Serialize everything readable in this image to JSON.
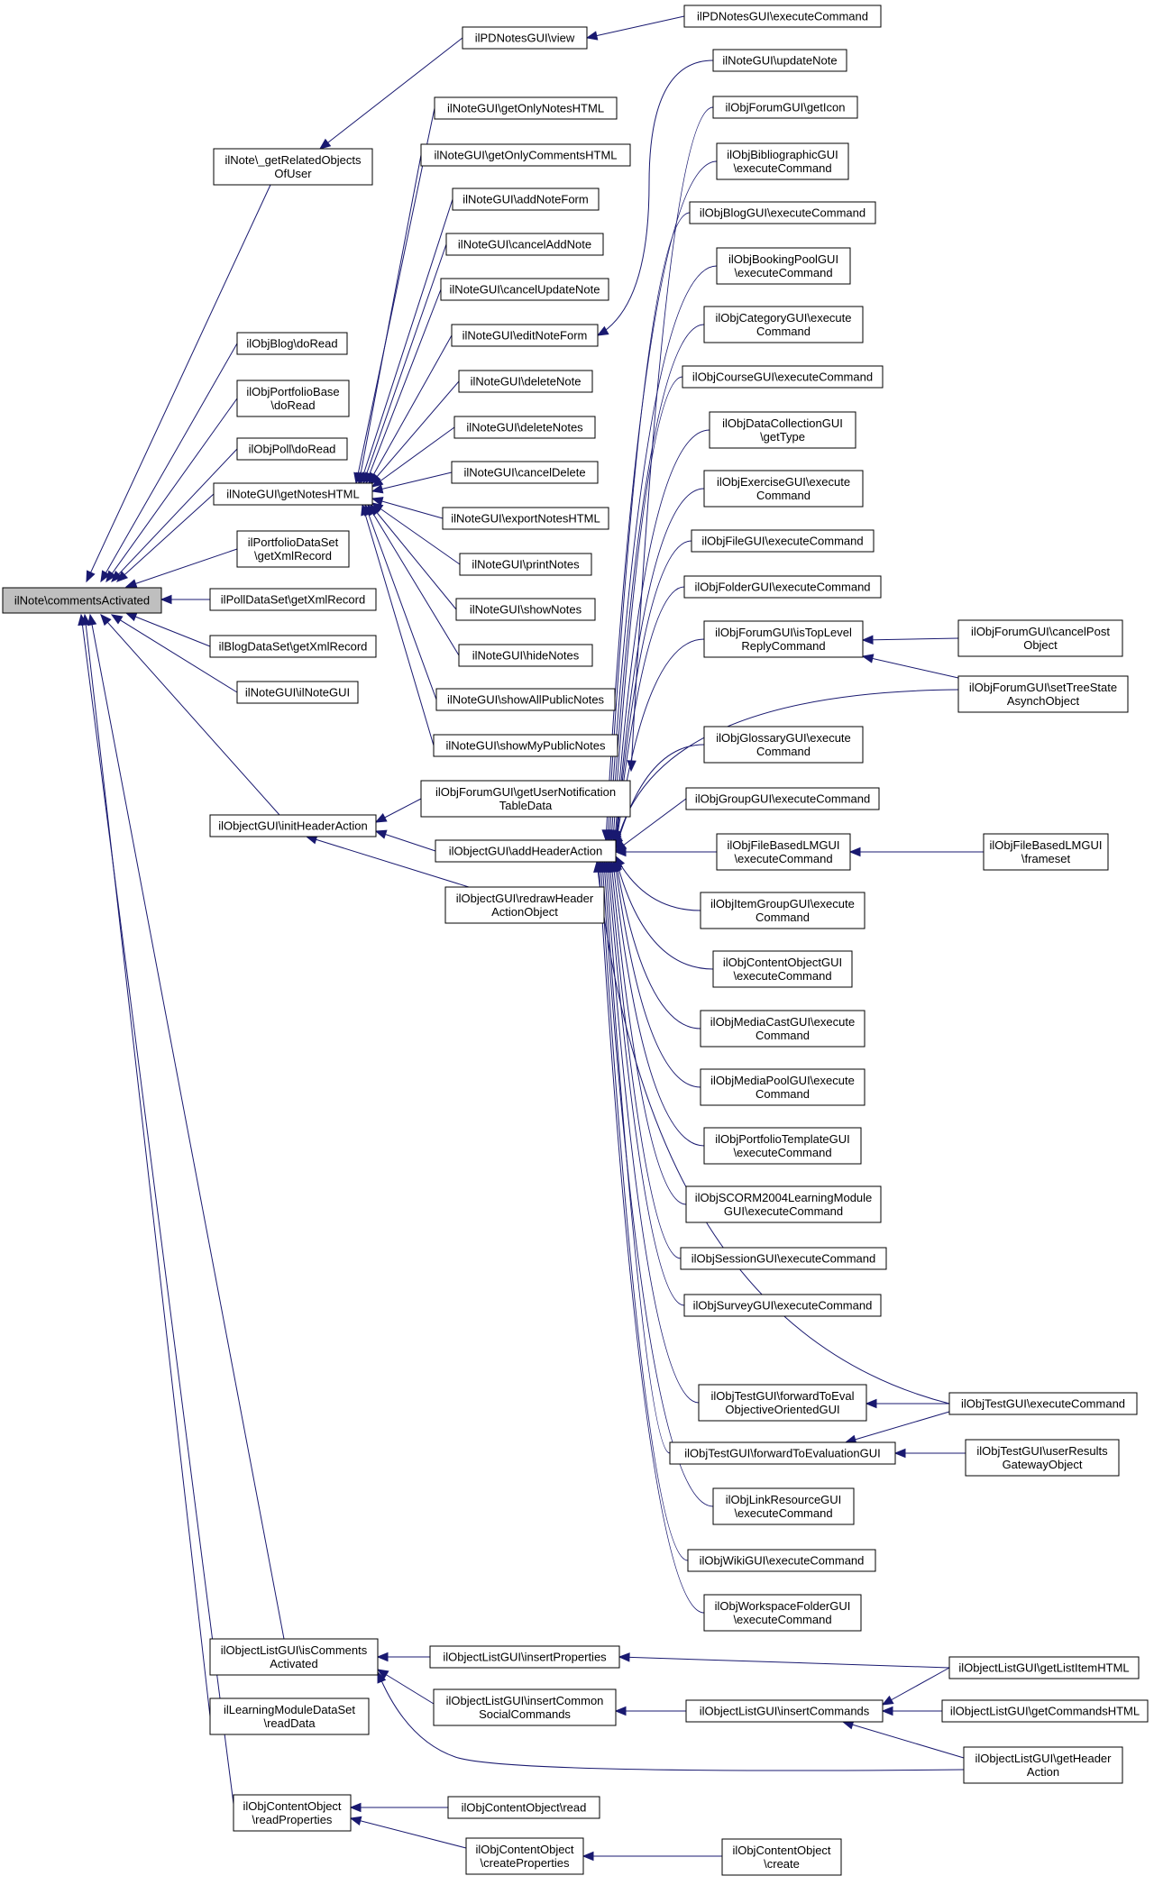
{
  "graph": {
    "edge_color": "#191970",
    "root_fill": "#bfbfbf",
    "node_fill": "#ffffff",
    "nodes": [
      {
        "id": "root",
        "lines": [
          "ilNote\\commentsActivated"
        ]
      },
      {
        "id": "n_getRelated",
        "lines": [
          "ilNote\\_getRelatedObjects",
          "OfUser"
        ]
      },
      {
        "id": "n_pdview",
        "lines": [
          "ilPDNotesGUI\\view"
        ]
      },
      {
        "id": "n_pdexec",
        "lines": [
          "ilPDNotesGUI\\executeCommand"
        ]
      },
      {
        "id": "n_blogdoread",
        "lines": [
          "ilObjBlog\\doRead"
        ]
      },
      {
        "id": "n_portdoread",
        "lines": [
          "ilObjPortfolioBase",
          "\\doRead"
        ]
      },
      {
        "id": "n_polldoread",
        "lines": [
          "ilObjPoll\\doRead"
        ]
      },
      {
        "id": "n_getNotesHTML",
        "lines": [
          "ilNoteGUI\\getNotesHTML"
        ]
      },
      {
        "id": "n_portds",
        "lines": [
          "ilPortfolioDataSet",
          "\\getXmlRecord"
        ]
      },
      {
        "id": "n_pollds",
        "lines": [
          "ilPollDataSet\\getXmlRecord"
        ]
      },
      {
        "id": "n_blogds",
        "lines": [
          "ilBlogDataSet\\getXmlRecord"
        ]
      },
      {
        "id": "n_ilnotegui",
        "lines": [
          "ilNoteGUI\\ilNoteGUI"
        ]
      },
      {
        "id": "n_initHeader",
        "lines": [
          "ilObjectGUI\\initHeaderAction"
        ]
      },
      {
        "id": "n_isComments",
        "lines": [
          "ilObjectListGUI\\isComments",
          "Activated"
        ]
      },
      {
        "id": "n_lmds",
        "lines": [
          "ilLearningModuleDataSet",
          "\\readData"
        ]
      },
      {
        "id": "n_coReadProps",
        "lines": [
          "ilObjContentObject",
          "\\readProperties"
        ]
      },
      {
        "id": "n_getOnlyNotes",
        "lines": [
          "ilNoteGUI\\getOnlyNotesHTML"
        ]
      },
      {
        "id": "n_getOnlyComments",
        "lines": [
          "ilNoteGUI\\getOnlyCommentsHTML"
        ]
      },
      {
        "id": "n_addNoteForm",
        "lines": [
          "ilNoteGUI\\addNoteForm"
        ]
      },
      {
        "id": "n_cancelAddNote",
        "lines": [
          "ilNoteGUI\\cancelAddNote"
        ]
      },
      {
        "id": "n_cancelUpdateNote",
        "lines": [
          "ilNoteGUI\\cancelUpdateNote"
        ]
      },
      {
        "id": "n_editNoteForm",
        "lines": [
          "ilNoteGUI\\editNoteForm"
        ]
      },
      {
        "id": "n_deleteNote",
        "lines": [
          "ilNoteGUI\\deleteNote"
        ]
      },
      {
        "id": "n_deleteNotes",
        "lines": [
          "ilNoteGUI\\deleteNotes"
        ]
      },
      {
        "id": "n_cancelDelete",
        "lines": [
          "ilNoteGUI\\cancelDelete"
        ]
      },
      {
        "id": "n_exportNotes",
        "lines": [
          "ilNoteGUI\\exportNotesHTML"
        ]
      },
      {
        "id": "n_printNotes",
        "lines": [
          "ilNoteGUI\\printNotes"
        ]
      },
      {
        "id": "n_showNotes",
        "lines": [
          "ilNoteGUI\\showNotes"
        ]
      },
      {
        "id": "n_hideNotes",
        "lines": [
          "ilNoteGUI\\hideNotes"
        ]
      },
      {
        "id": "n_showAllPublic",
        "lines": [
          "ilNoteGUI\\showAllPublicNotes"
        ]
      },
      {
        "id": "n_showMyPublic",
        "lines": [
          "ilNoteGUI\\showMyPublicNotes"
        ]
      },
      {
        "id": "n_forumUserNotif",
        "lines": [
          "ilObjForumGUI\\getUserNotification",
          "TableData"
        ]
      },
      {
        "id": "n_addHeader",
        "lines": [
          "ilObjectGUI\\addHeaderAction"
        ]
      },
      {
        "id": "n_redrawHeader",
        "lines": [
          "ilObjectGUI\\redrawHeader",
          "ActionObject"
        ]
      },
      {
        "id": "n_insertProps",
        "lines": [
          "ilObjectListGUI\\insertProperties"
        ]
      },
      {
        "id": "n_insertCommon",
        "lines": [
          "ilObjectListGUI\\insertCommon",
          "SocialCommands"
        ]
      },
      {
        "id": "n_insertCommands",
        "lines": [
          "ilObjectListGUI\\insertCommands"
        ]
      },
      {
        "id": "n_coRead",
        "lines": [
          "ilObjContentObject\\read"
        ]
      },
      {
        "id": "n_coCreateProps",
        "lines": [
          "ilObjContentObject",
          "\\createProperties"
        ]
      },
      {
        "id": "n_coCreate",
        "lines": [
          "ilObjContentObject",
          "\\create"
        ]
      },
      {
        "id": "n_updateNote",
        "lines": [
          "ilNoteGUI\\updateNote"
        ]
      },
      {
        "id": "n_forumGetIcon",
        "lines": [
          "ilObjForumGUI\\getIcon"
        ]
      },
      {
        "id": "n_biblio",
        "lines": [
          "ilObjBibliographicGUI",
          "\\executeCommand"
        ]
      },
      {
        "id": "n_blogExec",
        "lines": [
          "ilObjBlogGUI\\executeCommand"
        ]
      },
      {
        "id": "n_booking",
        "lines": [
          "ilObjBookingPoolGUI",
          "\\executeCommand"
        ]
      },
      {
        "id": "n_category",
        "lines": [
          "ilObjCategoryGUI\\execute",
          "Command"
        ]
      },
      {
        "id": "n_course",
        "lines": [
          "ilObjCourseGUI\\executeCommand"
        ]
      },
      {
        "id": "n_datacoll",
        "lines": [
          "ilObjDataCollectionGUI",
          "\\getType"
        ]
      },
      {
        "id": "n_exercise",
        "lines": [
          "ilObjExerciseGUI\\execute",
          "Command"
        ]
      },
      {
        "id": "n_file",
        "lines": [
          "ilObjFileGUI\\executeCommand"
        ]
      },
      {
        "id": "n_folder",
        "lines": [
          "ilObjFolderGUI\\executeCommand"
        ]
      },
      {
        "id": "n_forumTopLevel",
        "lines": [
          "ilObjForumGUI\\isTopLevel",
          "ReplyCommand"
        ]
      },
      {
        "id": "n_glossary",
        "lines": [
          "ilObjGlossaryGUI\\execute",
          "Command"
        ]
      },
      {
        "id": "n_group",
        "lines": [
          "ilObjGroupGUI\\executeCommand"
        ]
      },
      {
        "id": "n_fileLM",
        "lines": [
          "ilObjFileBasedLMGUI",
          "\\executeCommand"
        ]
      },
      {
        "id": "n_itemGroup",
        "lines": [
          "ilObjItemGroupGUI\\execute",
          "Command"
        ]
      },
      {
        "id": "n_contentObj",
        "lines": [
          "ilObjContentObjectGUI",
          "\\executeCommand"
        ]
      },
      {
        "id": "n_mediaCast",
        "lines": [
          "ilObjMediaCastGUI\\execute",
          "Command"
        ]
      },
      {
        "id": "n_mediaPool",
        "lines": [
          "ilObjMediaPoolGUI\\execute",
          "Command"
        ]
      },
      {
        "id": "n_portTemplate",
        "lines": [
          "ilObjPortfolioTemplateGUI",
          "\\executeCommand"
        ]
      },
      {
        "id": "n_scorm",
        "lines": [
          "ilObjSCORM2004LearningModule",
          "GUI\\executeCommand"
        ]
      },
      {
        "id": "n_session",
        "lines": [
          "ilObjSessionGUI\\executeCommand"
        ]
      },
      {
        "id": "n_survey",
        "lines": [
          "ilObjSurveyGUI\\executeCommand"
        ]
      },
      {
        "id": "n_testFwdObj",
        "lines": [
          "ilObjTestGUI\\forwardToEval",
          "ObjectiveOrientedGUI"
        ]
      },
      {
        "id": "n_testFwdEval",
        "lines": [
          "ilObjTestGUI\\forwardToEvaluationGUI"
        ]
      },
      {
        "id": "n_linkRes",
        "lines": [
          "ilObjLinkResourceGUI",
          "\\executeCommand"
        ]
      },
      {
        "id": "n_wiki",
        "lines": [
          "ilObjWikiGUI\\executeCommand"
        ]
      },
      {
        "id": "n_workspace",
        "lines": [
          "ilObjWorkspaceFolderGUI",
          "\\executeCommand"
        ]
      },
      {
        "id": "n_forumCancelPost",
        "lines": [
          "ilObjForumGUI\\cancelPost",
          "Object"
        ]
      },
      {
        "id": "n_forumTreeState",
        "lines": [
          "ilObjForumGUI\\setTreeState",
          "AsynchObject"
        ]
      },
      {
        "id": "n_fileLMframeset",
        "lines": [
          "ilObjFileBasedLMGUI",
          "\\frameset"
        ]
      },
      {
        "id": "n_testExec",
        "lines": [
          "ilObjTestGUI\\executeCommand"
        ]
      },
      {
        "id": "n_testUserResults",
        "lines": [
          "ilObjTestGUI\\userResults",
          "GatewayObject"
        ]
      },
      {
        "id": "n_listItemHTML",
        "lines": [
          "ilObjectListGUI\\getListItemHTML"
        ]
      },
      {
        "id": "n_commandsHTML",
        "lines": [
          "ilObjectListGUI\\getCommandsHTML"
        ]
      },
      {
        "id": "n_getHeaderAction",
        "lines": [
          "ilObjectListGUI\\getHeader",
          "Action"
        ]
      }
    ]
  }
}
